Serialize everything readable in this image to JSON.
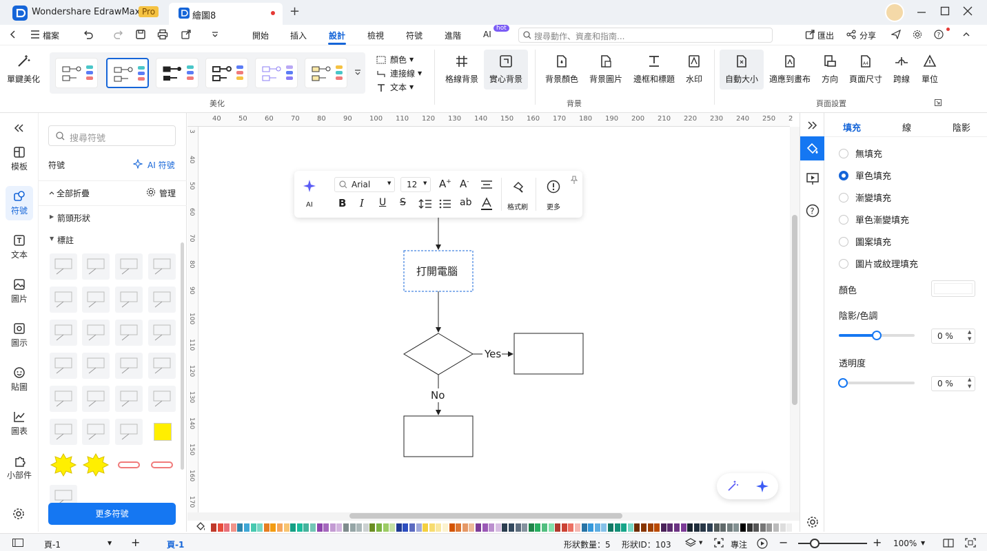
{
  "titlebar": {
    "app_name": "Wondershare EdrawMax",
    "pro_badge": "Pro",
    "doc_tab_title": "繪圖8",
    "new_tab_label": "+"
  },
  "menubar": {
    "file_label": "檔案",
    "tabs": [
      "開始",
      "插入",
      "設計",
      "檢視",
      "符號",
      "進階",
      "AI"
    ],
    "active_tab": "設計",
    "ai_hot_badge": "hot",
    "search_placeholder": "搜尋動作、資產和指南...",
    "export_label": "匯出",
    "share_label": "分享"
  },
  "ribbon": {
    "beautify_label": "單鍵美化",
    "color_label": "顏色",
    "connector_label": "連接線",
    "text_label": "文本",
    "group_beautify": "美化",
    "grid_bg_label": "格線背景",
    "solid_bg_label": "實心背景",
    "bg_color_label": "背景顏色",
    "bg_image_label": "背景圖片",
    "border_title_label": "邊框和標題",
    "watermark_label": "水印",
    "group_background": "背景",
    "auto_size_label": "自動大小",
    "fit_canvas_label": "適應到畫布",
    "orientation_label": "方向",
    "page_size_label": "頁面尺寸",
    "jump_line_label": "跨線",
    "unit_label": "單位",
    "group_page_setup": "頁面設置"
  },
  "leftrail": {
    "items": [
      "模板",
      "符號",
      "文本",
      "圖片",
      "圖示",
      "貼圖",
      "圖表",
      "小部件"
    ],
    "active": "符號"
  },
  "symbols": {
    "search_placeholder": "搜尋符號",
    "title": "符號",
    "ai_symbols_label": "AI 符號",
    "collapse_all_label": "全部折疊",
    "manage_label": "管理",
    "category_arrows": "箭頭形狀",
    "category_callouts": "標註",
    "more_symbols_label": "更多符號"
  },
  "ruler": {
    "top_ticks": [
      "40",
      "50",
      "60",
      "70",
      "80",
      "90",
      "100",
      "110",
      "120",
      "130",
      "140",
      "150",
      "160",
      "170",
      "180",
      "190",
      "200",
      "210",
      "220",
      "230",
      "240",
      "250",
      "2"
    ],
    "left_ticks": [
      "3",
      "40",
      "50",
      "60",
      "70",
      "80",
      "90",
      "100",
      "110",
      "120",
      "130",
      "140",
      "150",
      "160",
      "170"
    ]
  },
  "floating_toolbar": {
    "ai_label": "AI",
    "font_name": "Arial",
    "font_size": "12",
    "format_painter_label": "格式刷",
    "more_label": "更多"
  },
  "diagram": {
    "process_text": "打開電腦",
    "yes_label": "Yes",
    "no_label": "No"
  },
  "rightpanel": {
    "tabs": [
      "填充",
      "線",
      "陰影"
    ],
    "active_tab": "填充",
    "fill_options": [
      "無填充",
      "單色填充",
      "漸變填充",
      "單色漸變填充",
      "圖案填充",
      "圖片或紋理填充"
    ],
    "selected_fill": "單色填充",
    "color_label": "顏色",
    "shade_label": "陰影/色調",
    "shade_value": "0 %",
    "transparency_label": "透明度",
    "transparency_value": "0 %"
  },
  "statusbar": {
    "page_selector": "頁-1",
    "active_page": "頁-1",
    "shape_count": "形狀數量：5",
    "shape_id": "形狀ID：103",
    "focus_label": "專注",
    "zoom": "100%"
  },
  "colors": {
    "accent": "#1565d8",
    "pro_badge": "#f5c242",
    "hot_badge": "#7b5cf5"
  }
}
